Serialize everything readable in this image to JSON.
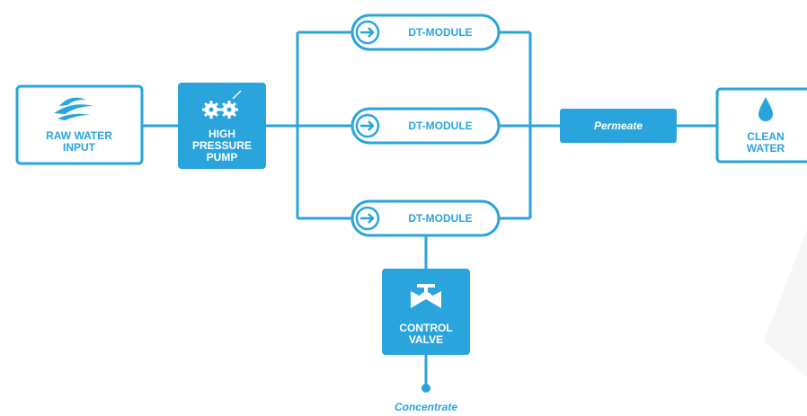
{
  "colors": {
    "primary": "#2aa4dc",
    "background": "#ffffff",
    "text_on_fill": "#ffffff"
  },
  "nodes": {
    "raw_water": {
      "lines": [
        "RAW WATER",
        "INPUT"
      ],
      "icon": "waves-icon"
    },
    "pump": {
      "lines": [
        "HIGH",
        "PRESSURE",
        "PUMP"
      ],
      "icon": "gears-icon"
    },
    "modules": [
      {
        "label": "DT-MODULE",
        "icon": "arrow-circle-icon"
      },
      {
        "label": "DT-MODULE",
        "icon": "arrow-circle-icon"
      },
      {
        "label": "DT-MODULE",
        "icon": "arrow-circle-icon"
      }
    ],
    "permeate": {
      "label": "Permeate"
    },
    "clean_water": {
      "lines": [
        "CLEAN",
        "WATER"
      ],
      "icon": "water-drop-icon"
    },
    "control_valve": {
      "lines": [
        "CONTROL",
        "VALVE"
      ],
      "icon": "valve-icon"
    },
    "concentrate": {
      "label": "Concentrate"
    }
  }
}
